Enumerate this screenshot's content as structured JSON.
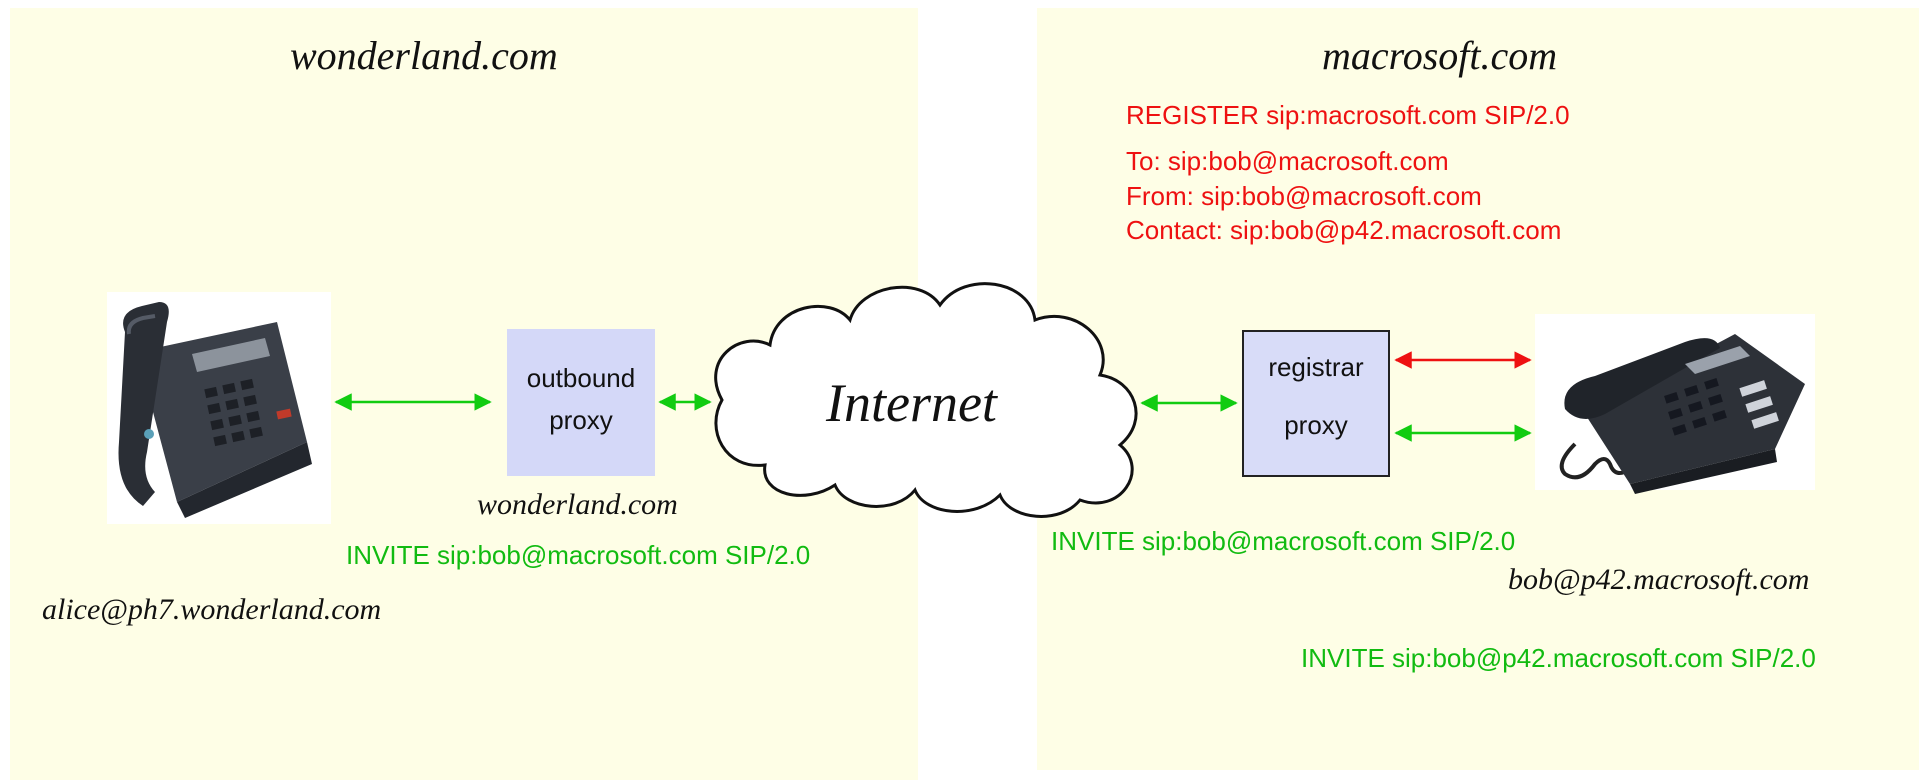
{
  "domains": {
    "left": {
      "title": "wonderland.com"
    },
    "right": {
      "title": "macrosoft.com"
    }
  },
  "registration": {
    "request": "REGISTER sip:macrosoft.com SIP/2.0",
    "to": "To: sip:bob@macrosoft.com",
    "from": "From: sip:bob@macrosoft.com",
    "contact": "Contact: sip:bob@p42.macrosoft.com"
  },
  "nodes": {
    "outbound_proxy": {
      "line1": "outbound",
      "line2": "proxy",
      "domain": "wonderland.com"
    },
    "internet": {
      "label": "Internet"
    },
    "registrar_proxy": {
      "line1": "registrar",
      "line2": "proxy"
    },
    "alice": {
      "address": "alice@ph7.wonderland.com"
    },
    "bob": {
      "address": "bob@p42.macrosoft.com"
    }
  },
  "messages": {
    "invite_left": "INVITE sip:bob@macrosoft.com SIP/2.0",
    "invite_middle": "INVITE sip:bob@macrosoft.com SIP/2.0",
    "invite_right": "INVITE sip:bob@p42.macrosoft.com SIP/2.0"
  },
  "colors": {
    "domain_background": "#fefee6",
    "register_text": "#ee1111",
    "invite_text": "#11bb11",
    "proxy_box": "#d4d8f8"
  }
}
